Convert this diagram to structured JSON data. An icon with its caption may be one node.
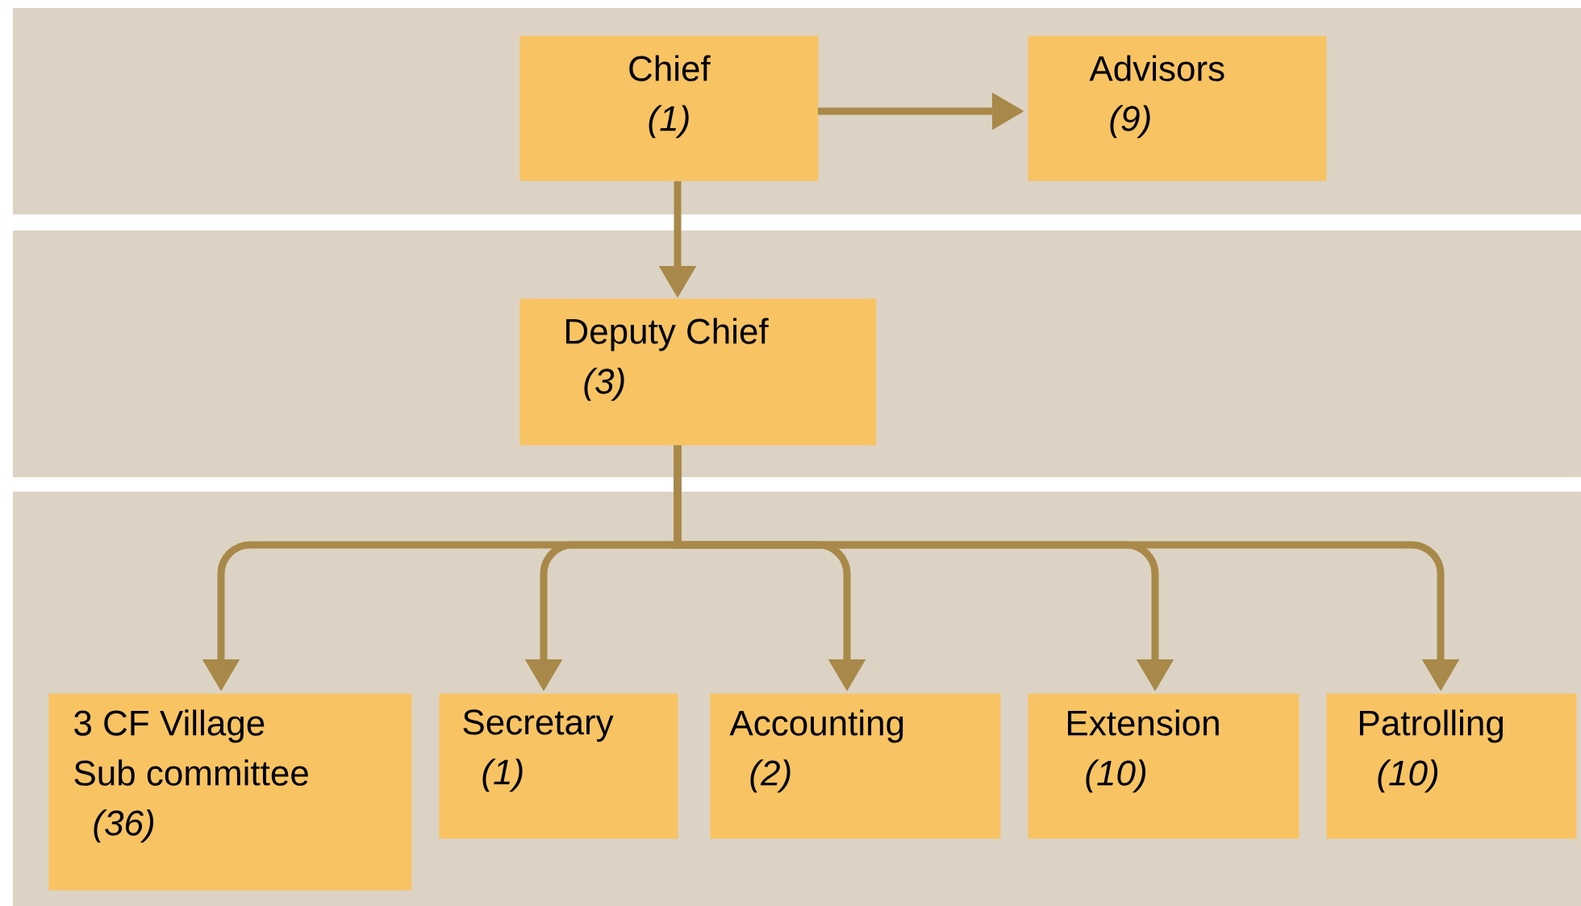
{
  "diagram": {
    "nodes": [
      {
        "text": [
          "Chief",
          "(1)"
        ]
      },
      {
        "text": [
          "Advisors",
          "(9)"
        ]
      },
      {
        "text": [
          "Deputy Chief",
          "(3)"
        ]
      },
      {
        "text": [
          "3 CF Village Sub committee",
          "(36)"
        ]
      },
      {
        "text": [
          "Secretary",
          "(1)"
        ]
      },
      {
        "text": [
          "Accounting",
          "(2)"
        ]
      },
      {
        "text": [
          "Extension",
          "(10)"
        ]
      },
      {
        "text": [
          "Patrolling",
          "(10)"
        ]
      }
    ],
    "edges": [
      {
        "from": 0,
        "to": 1,
        "arrow": "to"
      },
      {
        "from": 0,
        "to": 2,
        "arrow": "to"
      },
      {
        "from": 2,
        "to": 3,
        "arrow": "to"
      },
      {
        "from": 2,
        "to": 4,
        "arrow": "to"
      },
      {
        "from": 2,
        "to": 5,
        "arrow": "to"
      },
      {
        "from": 2,
        "to": 6,
        "arrow": "to"
      },
      {
        "from": 2,
        "to": 7,
        "arrow": "to"
      }
    ]
  }
}
